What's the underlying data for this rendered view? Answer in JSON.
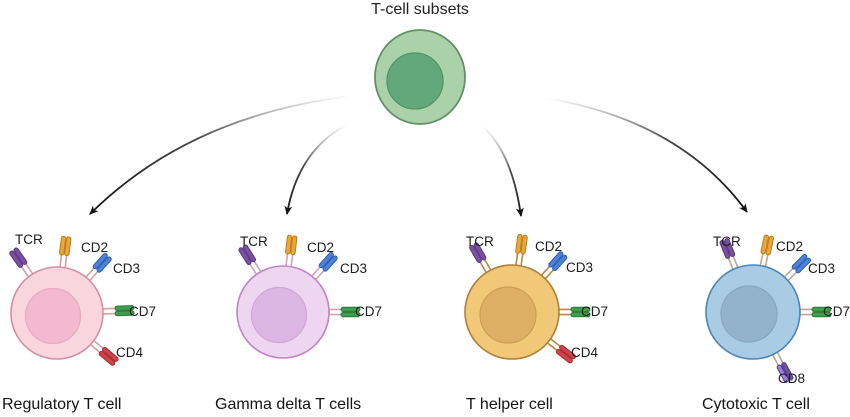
{
  "title": "T-cell subsets",
  "parent_cell": {
    "label": "T-cell subsets",
    "colors": {
      "body": "#abd1ab",
      "border": "#5f9163",
      "nucleus": "#62a87a",
      "nucleus_border": "#4f9567"
    }
  },
  "receptor_palette": {
    "TCR": {
      "fill": "#7b4fa3",
      "stroke": "#5a3a7e"
    },
    "CD2": {
      "fill": "#e9a63a",
      "stroke": "#bd7d1d"
    },
    "CD3": {
      "fill": "#4d82d8",
      "stroke": "#2f5fb0"
    },
    "CD7": {
      "fill": "#3f9e4d",
      "stroke": "#2b7a37"
    },
    "CD4": {
      "fill": "#d04249",
      "stroke": "#a32c34"
    },
    "CD8": {
      "fill": "#6b4fa0",
      "fill2": "#9b82d8",
      "stroke": "#54398a"
    }
  },
  "arrow_color": "#141414",
  "cells": [
    {
      "name": "Regulatory T cell",
      "colors": {
        "body": "#f9d5de",
        "border": "#d48fa6",
        "nucleus": "#f2b9cf",
        "nucleus_border": "#eaa9c2",
        "stalk": "#d5a0a6"
      },
      "receptors": [
        "TCR",
        "CD2",
        "CD3",
        "CD7",
        "CD4"
      ]
    },
    {
      "name": "Gamma delta T cells",
      "colors": {
        "body": "#eed5f0",
        "border": "#c283c8",
        "nucleus": "#dcb7e4",
        "nucleus_border": "#d0a5da",
        "stalk": "#d2a2b8"
      },
      "receptors": [
        "TCR",
        "CD2",
        "CD3",
        "CD7"
      ]
    },
    {
      "name": "T helper cell",
      "colors": {
        "body": "#f1c877",
        "border": "#ad8136",
        "nucleus": "#ddb066",
        "nucleus_border": "#cb9f55",
        "stalk": "#b5884c"
      },
      "receptors": [
        "TCR",
        "CD2",
        "CD3",
        "CD7",
        "CD4"
      ]
    },
    {
      "name": "Cytotoxic T cell",
      "colors": {
        "body": "#a9cce4",
        "border": "#4a86b8",
        "nucleus": "#93b3cc",
        "nucleus_border": "#85a8c2",
        "stalk": "#c2a78f"
      },
      "receptors": [
        "TCR",
        "CD2",
        "CD3",
        "CD7",
        "CD8"
      ]
    }
  ]
}
